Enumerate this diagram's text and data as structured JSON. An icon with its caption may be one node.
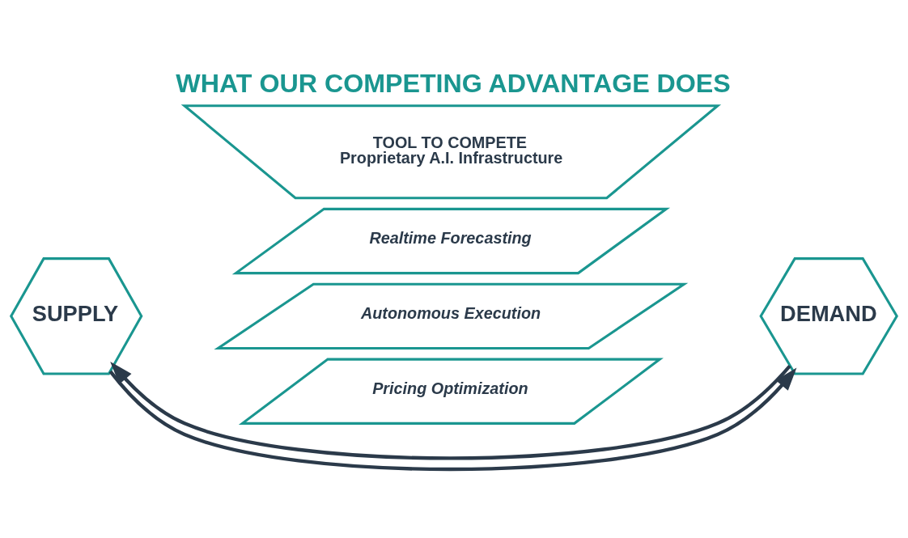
{
  "diagram": {
    "title": "WHAT OUR COMPETING ADVANTAGE DOES",
    "nodes": [
      {
        "text": [
          "SUPPLY"
        ]
      },
      {
        "text": [
          "TOOL TO COMPETE",
          "Proprietary A.I. Infrastructure"
        ]
      },
      {
        "text": [
          "Realtime Forecasting"
        ]
      },
      {
        "text": [
          "Autonomous Execution"
        ]
      },
      {
        "text": [
          "Pricing Optimization"
        ]
      },
      {
        "text": [
          "DEMAND"
        ]
      }
    ],
    "edges": [
      {
        "from": 0,
        "to": 5,
        "arrow": "to"
      },
      {
        "from": 5,
        "to": 0,
        "arrow": "to"
      }
    ]
  }
}
